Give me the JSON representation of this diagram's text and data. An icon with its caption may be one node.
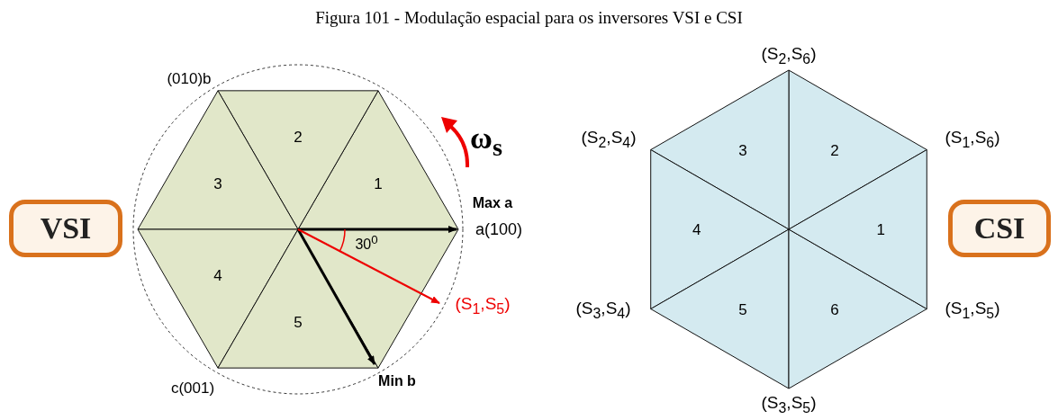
{
  "diagram": {
    "title": "Figura 101 - Modulação espacial para os inversores VSI e CSI",
    "nodes": [
      {
        "text": [
          "VSI"
        ]
      },
      {
        "text": [
          "CSI"
        ]
      }
    ],
    "labels": [
      "(010)b",
      "ω$_{s}$",
      "2",
      "3",
      "1",
      "Max a",
      "a(100)",
      "30$^{0}$",
      "4",
      "5",
      "(S$_{1}$,S$_{5}$)",
      "c(001)",
      "Min b",
      "(S$_{2}$,S$_{6}$)",
      "(S$_{2}$,S$_{4}$)",
      "3",
      "2",
      "(S$_{1}$,S$_{6}$)",
      "4",
      "1",
      "(S$_{3}$,S$_{4}$)",
      "5",
      "6",
      "(S$_{1}$,S$_{5}$)",
      "(S$_{3}$,S$_{5}$)"
    ]
  }
}
